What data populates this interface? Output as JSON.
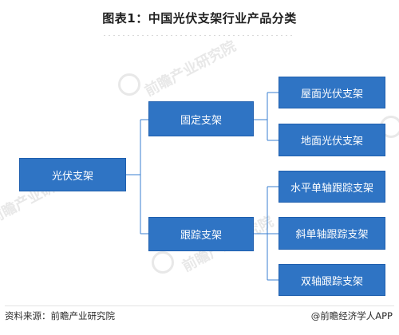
{
  "title": "图表1：中国光伏支架行业产品分类",
  "watermark_text": "前瞻产业研究院",
  "root": {
    "label": "光伏支架"
  },
  "branches": [
    {
      "label": "固定支架",
      "children": [
        "屋面光伏支架",
        "地面光伏支架"
      ]
    },
    {
      "label": "跟踪支架",
      "children": [
        "水平单轴跟踪支架",
        "斜单轴跟踪支架",
        "双轴跟踪支架"
      ]
    }
  ],
  "footer": {
    "source": "资料来源：前瞻产业研究院",
    "credit": "@前瞻经济学人APP"
  },
  "colors": {
    "node": "#2f74c4",
    "connector": "#3a7fd0"
  }
}
